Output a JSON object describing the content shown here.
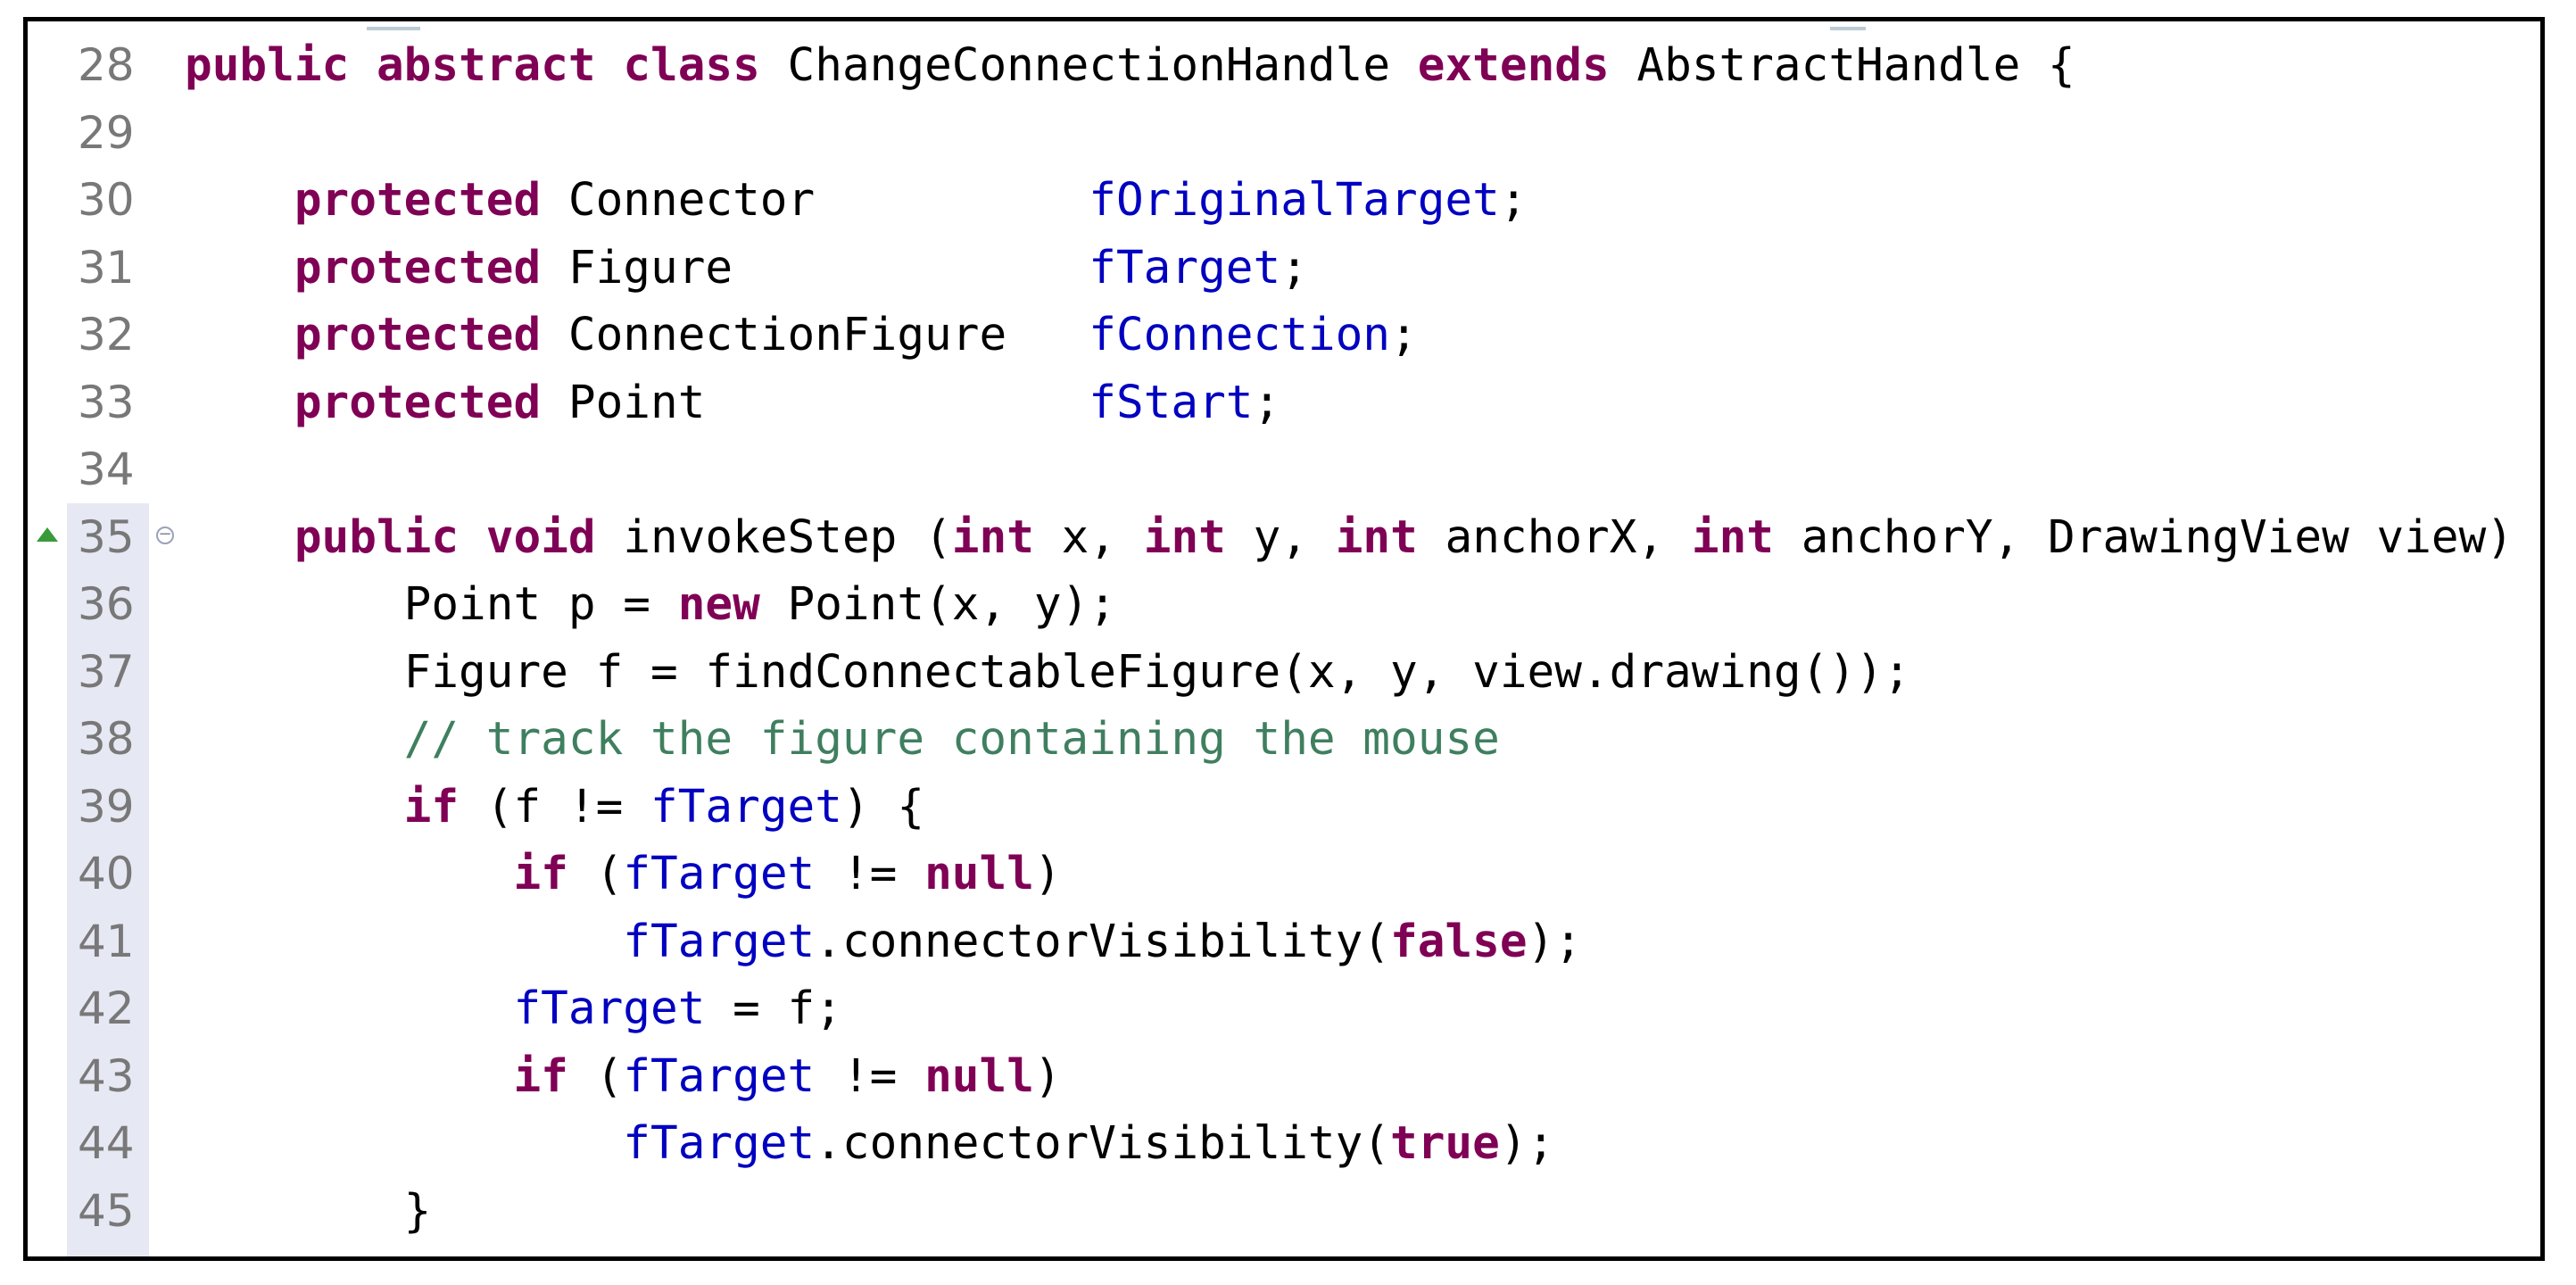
{
  "editor": {
    "lines": [
      {
        "num": "28",
        "tokens": [
          [
            "kw",
            "public"
          ],
          [
            "t",
            " "
          ],
          [
            "kw",
            "abstract"
          ],
          [
            "t",
            " "
          ],
          [
            "kw",
            "class"
          ],
          [
            "t",
            " ChangeConnectionHandle "
          ],
          [
            "kw",
            "extends"
          ],
          [
            "t",
            " AbstractHandle {"
          ]
        ]
      },
      {
        "num": "29",
        "tokens": []
      },
      {
        "num": "30",
        "tokens": [
          [
            "t",
            "    "
          ],
          [
            "kw",
            "protected"
          ],
          [
            "t",
            " Connector          "
          ],
          [
            "fld",
            "fOriginalTarget"
          ],
          [
            "t",
            ";"
          ]
        ]
      },
      {
        "num": "31",
        "tokens": [
          [
            "t",
            "    "
          ],
          [
            "kw",
            "protected"
          ],
          [
            "t",
            " Figure             "
          ],
          [
            "fld",
            "fTarget"
          ],
          [
            "t",
            ";"
          ]
        ]
      },
      {
        "num": "32",
        "tokens": [
          [
            "t",
            "    "
          ],
          [
            "kw",
            "protected"
          ],
          [
            "t",
            " ConnectionFigure   "
          ],
          [
            "fld",
            "fConnection"
          ],
          [
            "t",
            ";"
          ]
        ]
      },
      {
        "num": "33",
        "tokens": [
          [
            "t",
            "    "
          ],
          [
            "kw",
            "protected"
          ],
          [
            "t",
            " Point              "
          ],
          [
            "fld",
            "fStart"
          ],
          [
            "t",
            ";"
          ]
        ]
      },
      {
        "num": "34",
        "tokens": []
      },
      {
        "num": "35",
        "marker": "override-indicator-icon",
        "fold": "collapse-icon",
        "tokens": [
          [
            "t",
            "    "
          ],
          [
            "kw",
            "public"
          ],
          [
            "t",
            " "
          ],
          [
            "kw",
            "void"
          ],
          [
            "t",
            " invokeStep ("
          ],
          [
            "kw",
            "int"
          ],
          [
            "t",
            " x, "
          ],
          [
            "kw",
            "int"
          ],
          [
            "t",
            " y, "
          ],
          [
            "kw",
            "int"
          ],
          [
            "t",
            " anchorX, "
          ],
          [
            "kw",
            "int"
          ],
          [
            "t",
            " anchorY, DrawingView view) {"
          ]
        ]
      },
      {
        "num": "36",
        "tokens": [
          [
            "t",
            "        Point p = "
          ],
          [
            "kw",
            "new"
          ],
          [
            "t",
            " Point(x, y);"
          ]
        ]
      },
      {
        "num": "37",
        "tokens": [
          [
            "t",
            "        Figure f = findConnectableFigure(x, y, view.drawing());"
          ]
        ]
      },
      {
        "num": "38",
        "tokens": [
          [
            "t",
            "        "
          ],
          [
            "cmt",
            "// track the figure containing the mouse"
          ]
        ]
      },
      {
        "num": "39",
        "tokens": [
          [
            "t",
            "        "
          ],
          [
            "kw",
            "if"
          ],
          [
            "t",
            " (f != "
          ],
          [
            "fld",
            "fTarget"
          ],
          [
            "t",
            ") {"
          ]
        ]
      },
      {
        "num": "40",
        "tokens": [
          [
            "t",
            "            "
          ],
          [
            "kw",
            "if"
          ],
          [
            "t",
            " ("
          ],
          [
            "fld",
            "fTarget"
          ],
          [
            "t",
            " != "
          ],
          [
            "kw",
            "null"
          ],
          [
            "t",
            ")"
          ]
        ]
      },
      {
        "num": "41",
        "tokens": [
          [
            "t",
            "                "
          ],
          [
            "fld",
            "fTarget"
          ],
          [
            "t",
            ".connectorVisibility("
          ],
          [
            "kw",
            "false"
          ],
          [
            "t",
            ");"
          ]
        ]
      },
      {
        "num": "42",
        "tokens": [
          [
            "t",
            "            "
          ],
          [
            "fld",
            "fTarget"
          ],
          [
            "t",
            " = f;"
          ]
        ]
      },
      {
        "num": "43",
        "tokens": [
          [
            "t",
            "            "
          ],
          [
            "kw",
            "if"
          ],
          [
            "t",
            " ("
          ],
          [
            "fld",
            "fTarget"
          ],
          [
            "t",
            " != "
          ],
          [
            "kw",
            "null"
          ],
          [
            "t",
            ")"
          ]
        ]
      },
      {
        "num": "44",
        "tokens": [
          [
            "t",
            "                "
          ],
          [
            "fld",
            "fTarget"
          ],
          [
            "t",
            ".connectorVisibility("
          ],
          [
            "kw",
            "true"
          ],
          [
            "t",
            ");"
          ]
        ]
      },
      {
        "num": "45",
        "tokens": [
          [
            "t",
            "        }"
          ]
        ]
      }
    ],
    "colors": {
      "keyword": "#7f0055",
      "field": "#0000c0",
      "comment": "#3f7f5f",
      "line_number": "#787878",
      "gutter_highlight": "#e6e8f3"
    }
  }
}
